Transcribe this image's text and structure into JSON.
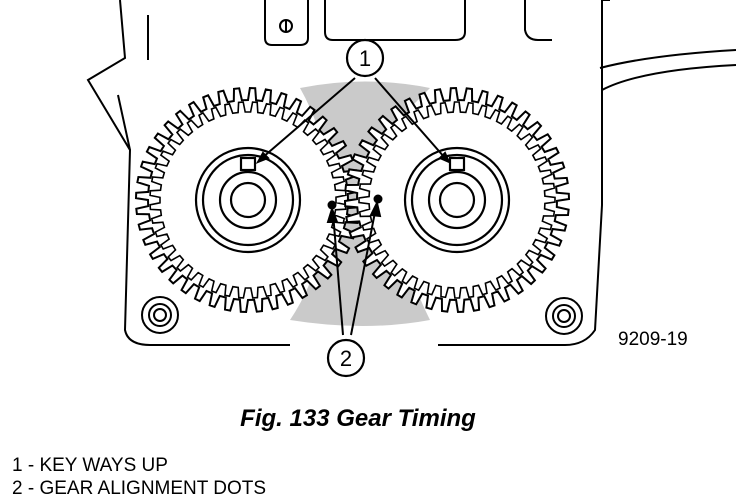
{
  "figure": {
    "caption": "Fig. 133 Gear Timing",
    "figure_id": "9209-19"
  },
  "callouts": [
    {
      "number": "1",
      "label": "1 - KEY WAYS UP"
    },
    {
      "number": "2",
      "label": "2 - GEAR ALIGNMENT DOTS"
    }
  ],
  "colors": {
    "ink": "#000000",
    "paper": "#ffffff",
    "shade": "#b8b8b8"
  }
}
